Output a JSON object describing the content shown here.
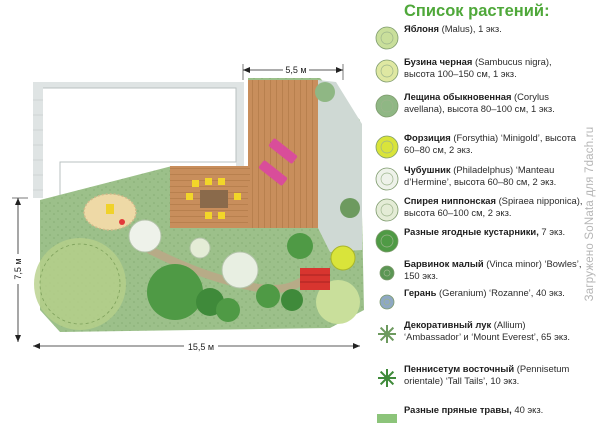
{
  "legend": {
    "title": "Список растений:",
    "items": [
      {
        "icon": "apple-tree-icon",
        "color": "#c9df9b",
        "name": "Яблоня",
        "details": "(Malus), 1 экз."
      },
      {
        "icon": "elder-bush-icon",
        "color": "#dfe8a2",
        "name": "Бузина черная",
        "details": "(Sambucus nigra), высота 100–150 см, 1 экз."
      },
      {
        "icon": "hazel-bush-icon",
        "color": "#8fb784",
        "name": "Лещина обыкновенная",
        "details": "(Corylus avellana), высота 80–100 см, 1 экз."
      },
      {
        "icon": "forsythia-icon",
        "color": "#d9e43a",
        "name": "Форзиция",
        "details": "(Forsythia) ‘Minigold’, высота 60–80 см, 2 экз."
      },
      {
        "icon": "mock-orange-icon",
        "color": "#eef2ea",
        "name": "Чубушник",
        "details": "(Philadelphus) ‘Manteau d’Hermine’, высота 60–80 см, 2 экз."
      },
      {
        "icon": "spirea-icon",
        "color": "#e4ecd6",
        "name": "Спирея ниппонская",
        "details": "(Spiraea nipponica), высота 60–100 см, 2 экз."
      },
      {
        "icon": "berry-shrub-icon",
        "color": "#4f9a45",
        "name": "Разные ягодные кустарники,",
        "details": "7 экз."
      },
      {
        "icon": "periwinkle-icon",
        "color": "#5b9654",
        "name": "Барвинок малый",
        "details": "(Vinca minor) ‘Bowles’, 150 экз."
      },
      {
        "icon": "geranium-icon",
        "color": "#8ea8c4",
        "name": "Герань",
        "details": "(Geranium) ‘Rozanne’, 40 экз."
      },
      {
        "icon": "allium-icon",
        "color": "#6d9a5f",
        "name": "Декоративный лук",
        "details": "(Allium) ‘Ambassador’ и ‘Mount Everest’, 65 экз."
      },
      {
        "icon": "pennisetum-icon",
        "color": "#3f8a3a",
        "name": "Пеннисетум восточный",
        "details": "(Pennisetum orientale) ‘Tall Tails’, 10 экз."
      },
      {
        "icon": "herbs-icon",
        "color": "#8cc47a",
        "name": "Разные пряные травы,",
        "details": "40 экз."
      }
    ]
  },
  "plan": {
    "dim_top": "5,5 м",
    "dim_left": "7,5 м",
    "dim_bottom": "15,5 м"
  },
  "watermark": "Загружено SoNata для 7dach.ru"
}
